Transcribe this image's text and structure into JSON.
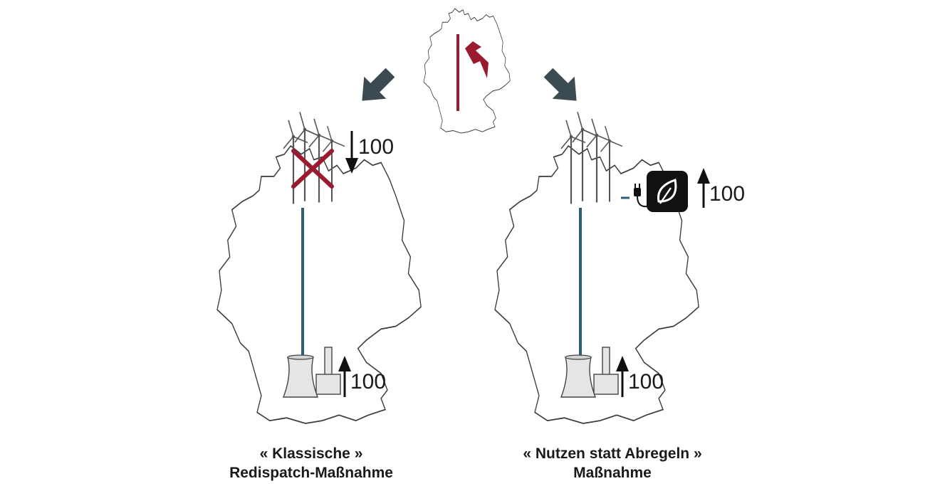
{
  "colors": {
    "outline": "#3a3a3a",
    "grid_line": "#2e5f78",
    "congestion": "#9a1b30",
    "arrow_gray": "#3c4a52",
    "plant_fill": "#e3e6e5",
    "ptx_box": "#111111"
  },
  "icons": {
    "lightning": "lightning-bolt-icon",
    "wind": "wind-turbine-icon",
    "plant": "power-plant-icon",
    "ptx": "leaf-recycle-icon",
    "plug": "plug-icon"
  },
  "left": {
    "wind_change": "100",
    "plant_change": "100",
    "caption_line1": "« Klassische »",
    "caption_line2": "Redispatch-Maßnahme"
  },
  "right": {
    "ptx_change": "100",
    "plant_change": "100",
    "caption_line1": "« Nutzen statt Abregeln »",
    "caption_line2": "Maßnahme"
  }
}
